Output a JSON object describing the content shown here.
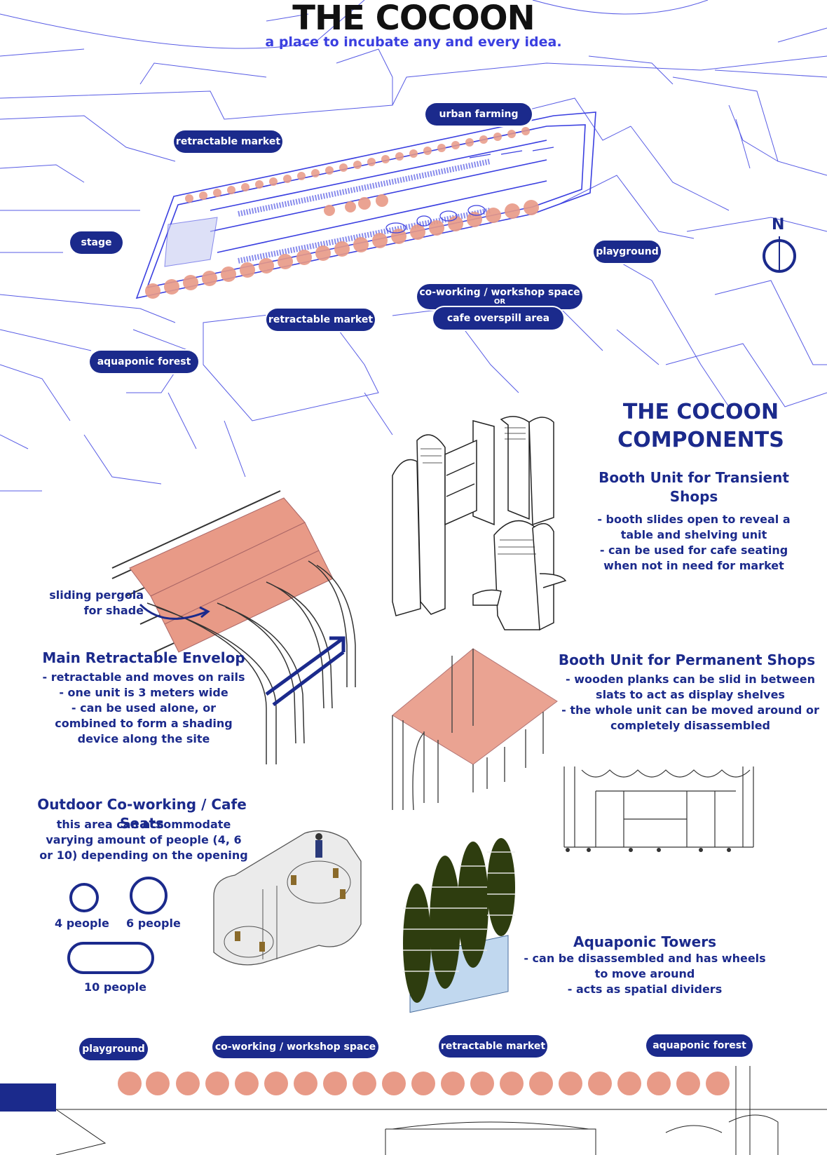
{
  "header": {
    "title": "THE COCOON",
    "subtitle": "a place to incubate any and every idea."
  },
  "site_plan": {
    "labels": {
      "retractable_market_top": "retractable market",
      "urban_farming": "urban farming",
      "stage": "stage",
      "playground": "playground",
      "coworking_line1": "co-working / workshop space",
      "coworking_or": "OR",
      "coworking_line2": "cafe overspill area",
      "retractable_market_bottom": "retractable market",
      "aquaponic_forest": "aquaponic forest"
    },
    "north_label": "N"
  },
  "components": {
    "heading_line1": "THE COCOON",
    "heading_line2": "COMPONENTS",
    "transient": {
      "title_line1": "Booth Unit for Transient",
      "title_line2": "Shops",
      "lines": [
        "- booth slides open to reveal a",
        "table and shelving unit",
        "- can be used for cafe seating",
        "when not in need for market"
      ]
    },
    "pergola_label": {
      "line1": "sliding pergola",
      "line2": "for shade"
    },
    "envelop": {
      "title": "Main Retractable Envelop",
      "lines": [
        "-  retractable and moves on rails",
        "- one unit is 3 meters wide",
        "- can be used alone, or",
        "combined to form a shading",
        "device along the site"
      ]
    },
    "permanent": {
      "title": "Booth Unit for Permanent Shops",
      "lines": [
        "- wooden planks can be slid in between",
        "slats to act as display shelves",
        "- the whole unit can be moved around or",
        "completely disassembled"
      ]
    },
    "coworking": {
      "title": "Outdoor Co-working / Cafe Seats",
      "lines": [
        "this area can accommodate",
        "varying amount of people (4, 6",
        "or 10) depending on the opening"
      ],
      "people_4": "4 people",
      "people_6": "6 people",
      "people_10": "10 people"
    },
    "aquaponic": {
      "title": "Aquaponic Towers",
      "lines": [
        "- can be disassembled and has wheels",
        "to move around",
        "- acts as spatial dividers"
      ]
    }
  },
  "section": {
    "labels": {
      "playground": "playground",
      "coworking": "co-working / workshop space",
      "retractable_market": "retractable market",
      "aquaponic_forest": "aquaponic forest"
    }
  },
  "colors": {
    "navy": "#1b2a8c",
    "line_blue": "#3a3fe0",
    "salmon": "#e89a87"
  }
}
